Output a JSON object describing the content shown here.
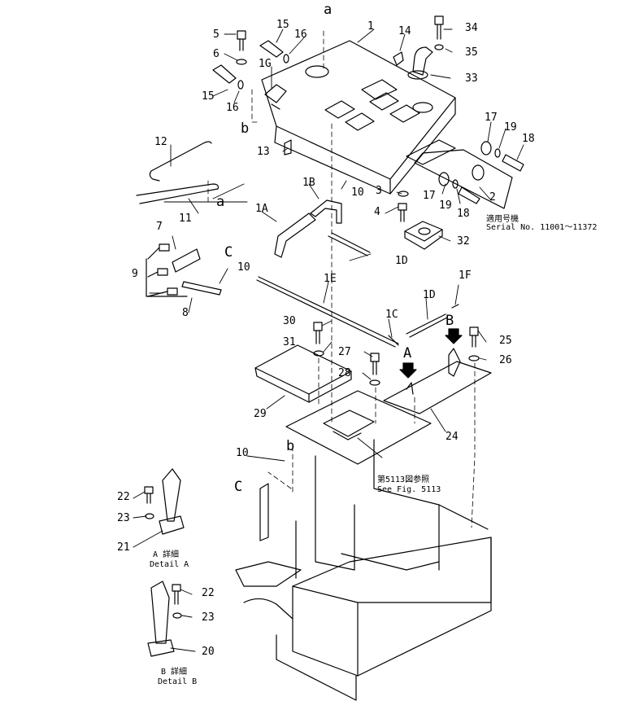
{
  "callouts": {
    "c1": "1",
    "c1A": "1A",
    "c1B": "1B",
    "c1C": "1C",
    "c1D_top": "1D",
    "c1D_mid": "1D",
    "c1E": "1E",
    "c1F": "1F",
    "c1G": "1G",
    "c2": "2",
    "c3": "3",
    "c4": "4",
    "c5": "5",
    "c6": "6",
    "c7": "7",
    "c8": "8",
    "c9": "9",
    "c10_a": "10",
    "c10_b": "10",
    "c10_c": "10",
    "c11": "11",
    "c12": "12",
    "c13": "13",
    "c14": "14",
    "c15_a": "15",
    "c15_b": "15",
    "c16_a": "16",
    "c16_b": "16",
    "c17_a": "17",
    "c17_b": "17",
    "c18_a": "18",
    "c18_b": "18",
    "c19_a": "19",
    "c19_b": "19",
    "c20": "20",
    "c21": "21",
    "c22_a": "22",
    "c22_b": "22",
    "c23_a": "23",
    "c23_b": "23",
    "c24": "24",
    "c25": "25",
    "c26": "26",
    "c27": "27",
    "c28": "28",
    "c29": "29",
    "c30": "30",
    "c31": "31",
    "c32": "32",
    "c33": "33",
    "c34": "34",
    "c35": "35"
  },
  "markers": {
    "a_top": "a",
    "a_bottom": "a",
    "b_left": "b",
    "b_lower": "b",
    "C_upper": "C",
    "C_lower": "C",
    "A_arrow": "A",
    "B_arrow": "B"
  },
  "notes": {
    "serial_jp": "適用号機",
    "serial_en": "Serial No. 11001～11372",
    "see_fig_jp": "第5113図参照",
    "see_fig_en": "See Fig. 5113",
    "detail_a_jp": "A 詳細",
    "detail_a_en": "Detail A",
    "detail_b_jp": "B 詳細",
    "detail_b_en": "Detail B"
  }
}
